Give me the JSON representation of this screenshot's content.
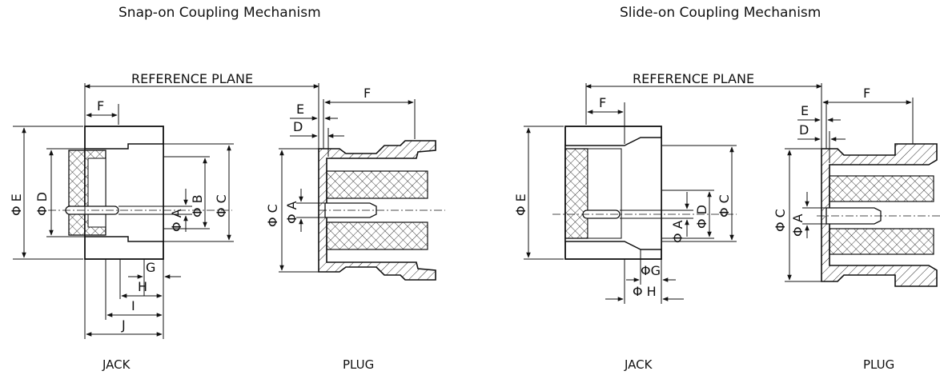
{
  "snap_on": {
    "title": "Snap-on Coupling Mechanism",
    "reference_label": "REFERENCE PLANE",
    "jack_caption": "JACK",
    "plug_caption": "PLUG",
    "jack_labels": {
      "f": "F",
      "e": "Φ E",
      "d": "Φ D",
      "a": "Φ A",
      "b": "Φ B",
      "c": "Φ C",
      "g": "G",
      "h": "H",
      "i": "I",
      "j": "J"
    },
    "plug_labels": {
      "e": "E",
      "d": "D",
      "f": "F",
      "c": "Φ C",
      "a": "Φ A"
    }
  },
  "slide_on": {
    "title": "Slide-on Coupling Mechanism",
    "reference_label": "REFERENCE PLANE",
    "jack_caption": "JACK",
    "plug_caption": "PLUG",
    "jack_labels": {
      "f": "F",
      "e": "Φ E",
      "a": "Φ A",
      "d": "Φ D",
      "c": "Φ C",
      "g": "ΦG",
      "h": "Φ H"
    },
    "plug_labels": {
      "e": "E",
      "d": "D",
      "f": "F",
      "c": "Φ C",
      "a": "Φ A"
    }
  }
}
